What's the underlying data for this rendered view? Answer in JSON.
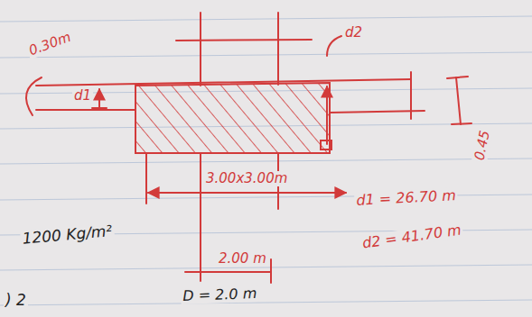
{
  "diagram": {
    "labels": [
      "0.30m",
      "d1",
      "d2",
      "0.45",
      "3.00x3.00m",
      "d1 = 26.70 m",
      "d2 = 41.70 m",
      "1200 Kg/m²",
      "2.00 m",
      "D = 2.0 m",
      ") 2"
    ]
  }
}
